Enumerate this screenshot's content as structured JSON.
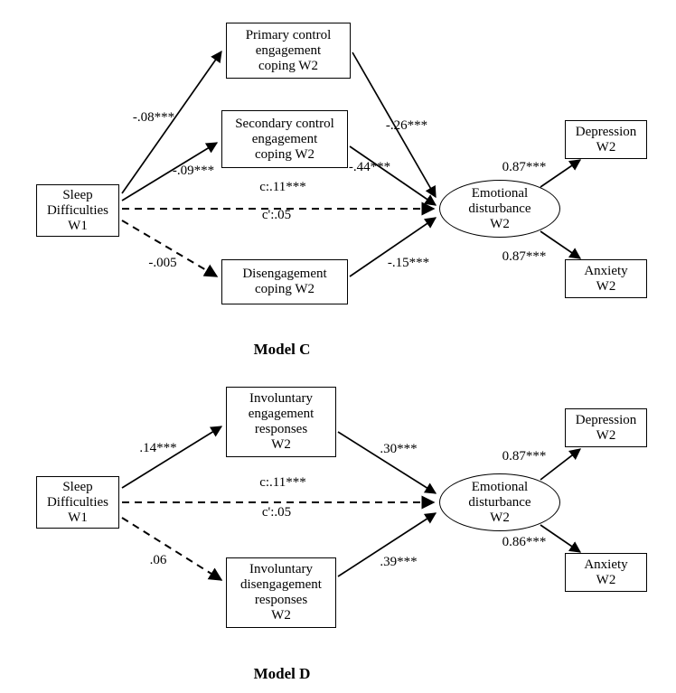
{
  "figure": {
    "models": [
      {
        "title": "Model C",
        "nodes": {
          "sleep": "Sleep\nDifficulties\nW1",
          "primary": "Primary control\nengagement\ncoping W2",
          "secondary": "Secondary control\nengagement\ncoping W2",
          "disengagement": "Disengagement\ncoping W2",
          "emotional": "Emotional\ndisturbance\nW2",
          "depression": "Depression\nW2",
          "anxiety": "Anxiety\nW2"
        },
        "coefficients": {
          "sleep_primary": "-.08***",
          "sleep_secondary": "-.09***",
          "sleep_disengagement": "-.005",
          "direct_c": "c:.11***",
          "direct_c_prime": "c':.05",
          "primary_emotional": "-.26***",
          "secondary_emotional": "-.44***",
          "disengagement_emotional": "-.15***",
          "emotional_depression": "0.87***",
          "emotional_anxiety": "0.87***"
        }
      },
      {
        "title": "Model D",
        "nodes": {
          "sleep": "Sleep\nDifficulties\nW1",
          "inv_engagement": "Involuntary\nengagement\nresponses\nW2",
          "inv_disengagement": "Involuntary\ndisengagement\nresponses\nW2",
          "emotional": "Emotional\ndisturbance\nW2",
          "depression": "Depression\nW2",
          "anxiety": "Anxiety\nW2"
        },
        "coefficients": {
          "sleep_engagement": ".14***",
          "sleep_disengagement": ".06",
          "direct_c": "c:.11***",
          "direct_c_prime": "c':.05",
          "engagement_emotional": ".30***",
          "disengagement_emotional": ".39***",
          "emotional_depression": "0.87***",
          "emotional_anxiety": "0.86***"
        }
      }
    ]
  }
}
